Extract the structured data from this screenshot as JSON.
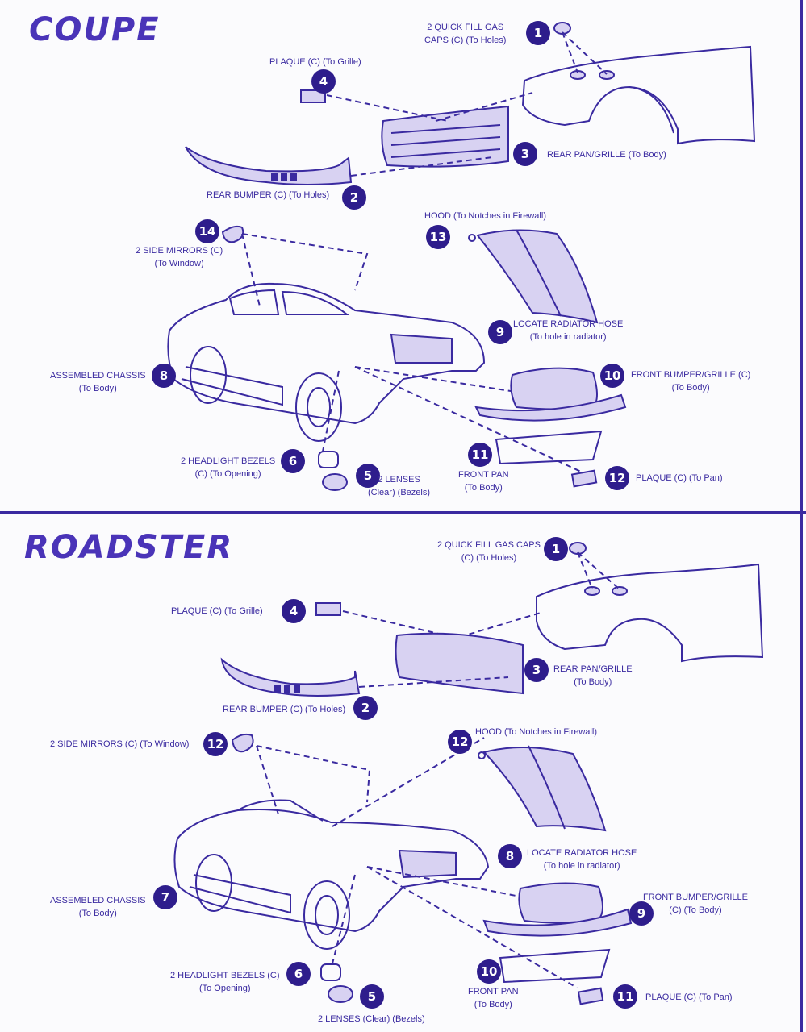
{
  "coupe": {
    "title": "COUPE",
    "parts": [
      {
        "num": "1",
        "text": "2 QUICK FILL GAS\nCAPS (C) (To Holes)"
      },
      {
        "num": "4",
        "text": "PLAQUE (C) (To Grille)"
      },
      {
        "num": "3",
        "text": "REAR PAN/GRILLE (To Body)"
      },
      {
        "num": "2",
        "text": "REAR BUMPER (C) (To Holes)"
      },
      {
        "num": "13",
        "text": "HOOD (To Notches in Firewall)"
      },
      {
        "num": "14",
        "text": "2 SIDE MIRRORS (C)\n(To Window)"
      },
      {
        "num": "9",
        "text": "LOCATE RADIATOR HOSE\n(To hole in radiator)"
      },
      {
        "num": "8",
        "text": "ASSEMBLED CHASSIS\n(To Body)"
      },
      {
        "num": "10",
        "text": "FRONT BUMPER/GRILLE (C)\n(To Body)"
      },
      {
        "num": "6",
        "text": "2 HEADLIGHT BEZELS\n(C) (To Opening)"
      },
      {
        "num": "11",
        "text": "FRONT PAN\n(To Body)"
      },
      {
        "num": "5",
        "text": "2 LENSES\n(Clear) (Bezels)"
      },
      {
        "num": "12",
        "text": "PLAQUE (C) (To Pan)"
      }
    ]
  },
  "roadster": {
    "title": "ROADSTER",
    "parts": [
      {
        "num": "1",
        "text": "2 QUICK FILL GAS CAPS\n(C) (To Holes)"
      },
      {
        "num": "4",
        "text": "PLAQUE (C) (To Grille)"
      },
      {
        "num": "3",
        "text": "REAR PAN/GRILLE\n(To Body)"
      },
      {
        "num": "2",
        "text": "REAR BUMPER (C) (To Holes)"
      },
      {
        "num": "12",
        "text": "2 SIDE MIRRORS (C) (To Window)"
      },
      {
        "num": "12",
        "text": "HOOD (To Notches in Firewall)"
      },
      {
        "num": "8",
        "text": "LOCATE RADIATOR HOSE\n(To hole in radiator)"
      },
      {
        "num": "7",
        "text": "ASSEMBLED CHASSIS\n(To Body)"
      },
      {
        "num": "9",
        "text": "FRONT BUMPER/GRILLE\n(C) (To Body)"
      },
      {
        "num": "6",
        "text": "2 HEADLIGHT BEZELS (C)\n(To Opening)"
      },
      {
        "num": "10",
        "text": "FRONT PAN\n(To Body)"
      },
      {
        "num": "5",
        "text": "2 LENSES (Clear) (Bezels)"
      },
      {
        "num": "11",
        "text": "PLAQUE (C) (To Pan)"
      }
    ]
  }
}
